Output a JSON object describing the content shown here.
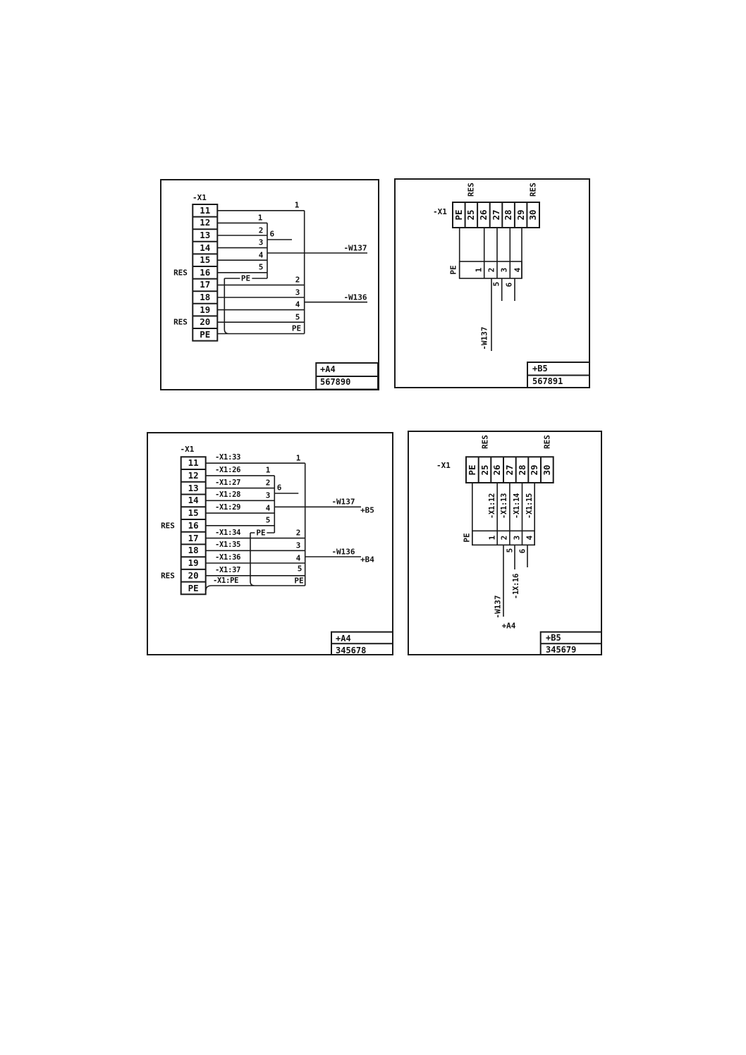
{
  "style": {
    "ink": "#1a1a1a",
    "paper": "#ffffff"
  },
  "panel_a": {
    "terminal_label": "-X1",
    "pins": [
      "11",
      "12",
      "13",
      "14",
      "15",
      "16",
      "17",
      "18",
      "19",
      "20",
      "PE"
    ],
    "res_top": "RES",
    "res_bottom": "RES",
    "inner_cores": [
      "1",
      "2",
      "3",
      "4",
      "5"
    ],
    "spare_core": "6",
    "inner_pe": "PE",
    "outer_core_first": "1",
    "outer_cores": [
      "2",
      "3",
      "4",
      "5"
    ],
    "outer_pe": "PE",
    "cable_inner": "-W137",
    "cable_outer": "-W136",
    "location": "+A4",
    "drawing_number": "567890"
  },
  "panel_b": {
    "terminal_label": "-X1",
    "cells": [
      "PE",
      "25",
      "26",
      "27",
      "28",
      "29",
      "30"
    ],
    "res_left": "RES",
    "res_right": "RES",
    "bus_labels": [
      "PE",
      "1",
      "2",
      "3",
      "4"
    ],
    "spare_labels": [
      "5",
      "6"
    ],
    "cable": "-W137",
    "location": "+B5",
    "drawing_number": "567891"
  },
  "panel_c": {
    "terminal_label": "-X1",
    "pins": [
      "11",
      "12",
      "13",
      "14",
      "15",
      "16",
      "17",
      "18",
      "19",
      "20",
      "PE"
    ],
    "res_top": "RES",
    "res_bottom": "RES",
    "wire_labels_upper": [
      "-X1:33",
      "-X1:26",
      "-X1:27",
      "-X1:28",
      "-X1:29"
    ],
    "wire_labels_lower": [
      "-X1:34",
      "-X1:35",
      "-X1:36",
      "-X1:37"
    ],
    "pe_wire_label": "-X1:PE",
    "inner_cores": [
      "1",
      "2",
      "3",
      "4",
      "5"
    ],
    "spare_core": "6",
    "inner_pe": "PE",
    "outer_core_first": "1",
    "outer_cores": [
      "2",
      "3",
      "4",
      "5"
    ],
    "outer_pe": "PE",
    "cable_inner": "-W137",
    "cable_inner_dest": "+B5",
    "cable_outer": "-W136",
    "cable_outer_dest": "+B4",
    "location": "+A4",
    "drawing_number": "345678"
  },
  "panel_d": {
    "terminal_label": "-X1",
    "cells": [
      "PE",
      "25",
      "26",
      "27",
      "28",
      "29",
      "30"
    ],
    "res_left": "RES",
    "res_right": "RES",
    "core_labels": [
      "-X1:12",
      "-X1:13",
      "-X1:14",
      "-X1:15"
    ],
    "bus_labels": [
      "PE",
      "1",
      "2",
      "3",
      "4"
    ],
    "spare_labels": [
      "5",
      "6"
    ],
    "spare_dest": "-1X:16",
    "cable": "-W137",
    "cable_dest": "+A4",
    "location": "+B5",
    "drawing_number": "345679"
  }
}
